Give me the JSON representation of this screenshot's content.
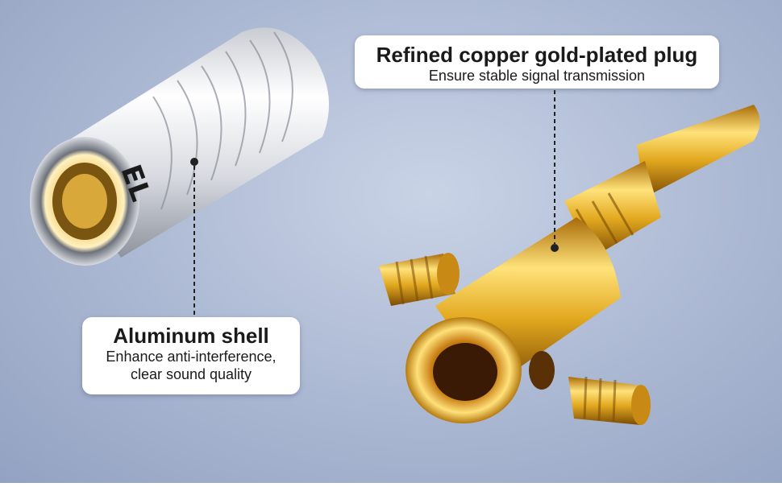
{
  "callouts": {
    "plug": {
      "title": "Refined copper gold-plated plug",
      "subtitle": "Ensure stable signal transmission"
    },
    "shell": {
      "title": "Aluminum shell",
      "subtitle_line1": "Enhance anti-interference,",
      "subtitle_line2": "clear sound quality"
    }
  },
  "product_markings": {
    "shell_logo": "EL"
  },
  "colors": {
    "background": "#aab7d2",
    "gold": "#d9a21b",
    "silver": "#e8eaee",
    "callout_bg": "#ffffff"
  }
}
